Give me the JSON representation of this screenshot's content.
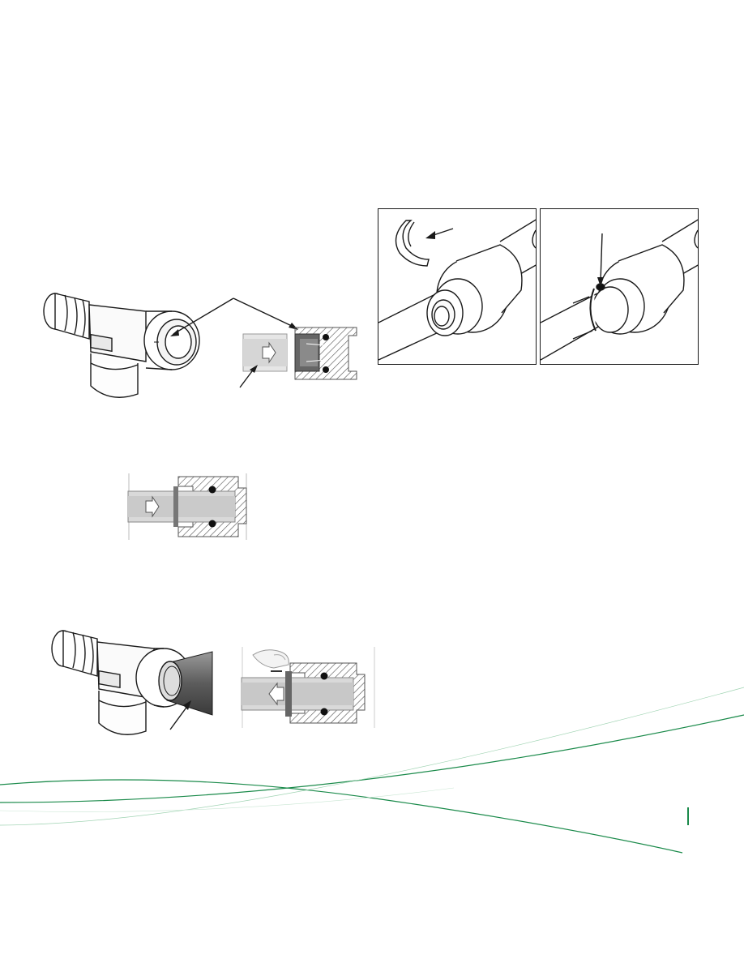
{
  "page": {
    "background": "#ffffff",
    "accent_color": "#1a8a4a",
    "ink_color": "#1a1a1a",
    "text_blocks": []
  },
  "figures": [
    {
      "name": "elbow-fitting-open",
      "icon": "elbow-push-fit-fitting"
    },
    {
      "name": "fitting-cross-section-tube-approach",
      "icon": "cross-section"
    },
    {
      "name": "locking-clip-remove",
      "icon": "locking-clip"
    },
    {
      "name": "locking-clip-installed",
      "icon": "locking-clip"
    },
    {
      "name": "fitting-cross-section-tube-inserted",
      "icon": "cross-section"
    },
    {
      "name": "elbow-fitting-tube-inserted",
      "icon": "elbow-push-fit-fitting"
    },
    {
      "name": "fitting-cross-section-collet-pressed",
      "icon": "cross-section"
    }
  ]
}
